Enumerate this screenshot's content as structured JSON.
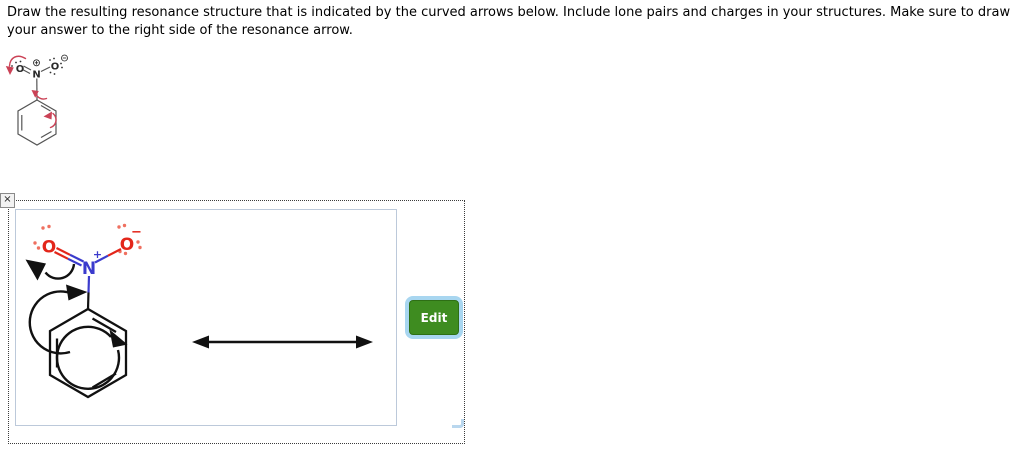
{
  "instructions": {
    "line1": "Draw the resulting resonance structure that is indicated by the curved arrows below. Include lone pairs and charges in your structures. Make sure to draw",
    "line2": "your answer to the right side of the resonance arrow."
  },
  "reference_structure": {
    "description": "nitrobenzene with red curved arrows showing electron movement",
    "atoms": {
      "o_left": "O",
      "n": "N",
      "o_right": "O"
    },
    "charges": {
      "plus": "+",
      "minus": "−"
    }
  },
  "answer_box": {
    "close_button": "×",
    "edit_button": "Edit",
    "molecule": {
      "description": "nitrobenzene with black curved arrows, N plus, O minus, lone pairs",
      "atoms": {
        "o_left": "O",
        "n": "N",
        "o_right": "O"
      },
      "charges": {
        "n_plus": "+",
        "o_minus": "−"
      }
    },
    "colors": {
      "oxygen": "#e3261a",
      "nitrogen": "#3b3bcd",
      "lone_pair_dots": "#ef7060",
      "skeleton": "#111111",
      "reference_arrow_red": "#cb4256",
      "edit_button_green": "#3e8c20",
      "edit_button_glow": "#a8d6f0",
      "canvas_border": "#bcc9da"
    }
  }
}
